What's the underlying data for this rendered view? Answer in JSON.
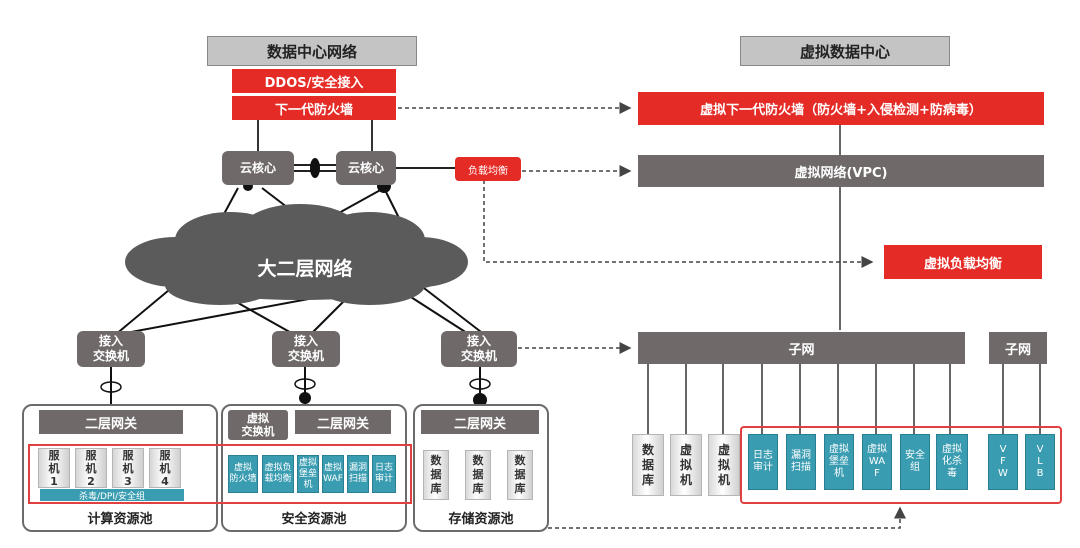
{
  "colors": {
    "red": "#e52b26",
    "grey": "#6f6a69",
    "teal": "#3a9cb1",
    "header": "#c4c4c4"
  },
  "left": {
    "title": "数据中心网络",
    "ddos": "DDOS/安全接入",
    "ngfw": "下一代防火墙",
    "core1": "云核心",
    "core2": "云核心",
    "lb": "负载均衡",
    "cloud": "大二层网络",
    "access": [
      "接入\n交换机",
      "接入\n交换机",
      "接入\n交换机"
    ],
    "compute": {
      "gateway": "二层网关",
      "servers": [
        [
          "服",
          "机",
          "1"
        ],
        [
          "服",
          "机",
          "2"
        ],
        [
          "服",
          "机",
          "3"
        ],
        [
          "服",
          "机",
          "4"
        ]
      ],
      "bar": "杀毒/DPI/安全组",
      "label": "计算资源池"
    },
    "security": {
      "vswitch": "虚拟\n交换机",
      "gateway": "二层网关",
      "modules": [
        "虚拟\n防火墙",
        "虚拟负\n载均衡",
        "虚拟\n堡垒机",
        "虚拟\nWAF",
        "漏洞\n扫描",
        "日志\n审计"
      ],
      "label": "安全资源池"
    },
    "storage": {
      "gateway": "二层网关",
      "dbs": [
        "数\n据\n库",
        "数\n据\n库",
        "数\n据\n库"
      ],
      "label": "存储资源池"
    }
  },
  "right": {
    "title": "虚拟数据中心",
    "vngfw": "虚拟下一代防火墙（防火墙+入侵检测+防病毒）",
    "vpc": "虚拟网络(VPC)",
    "vlb": "虚拟负载均衡",
    "subnet1": "子网",
    "subnet2": "子网",
    "vms": [
      "数\n据\n库",
      "虚\n拟\n机",
      "虚\n拟\n机"
    ],
    "modules": [
      "日志\n审计",
      "漏洞\n扫描",
      "虚拟\n堡垒\n机",
      "虚拟\nWA\nF",
      "安全\n组",
      "虚拟\n化杀\n毒"
    ],
    "modules2": [
      "V\nF\nW",
      "V\nL\nB"
    ]
  }
}
